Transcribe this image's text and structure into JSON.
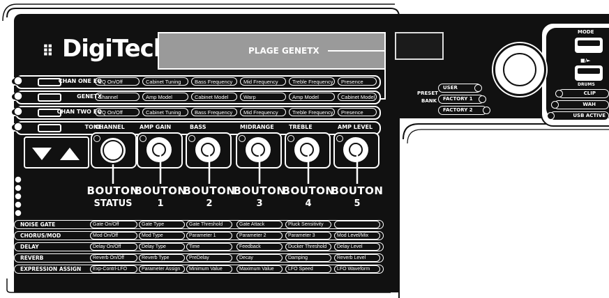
{
  "brand": {
    "logo_text": "DigiTech"
  },
  "display": {
    "label": "PLAGE GENETX"
  },
  "rows": [
    {
      "label": "CHAN ONE EQ",
      "cells": [
        "EQ On/Off",
        "Cabinet Tuning",
        "Bass Frequency",
        "Mid Frequency",
        "Treble Frequency",
        "Presence"
      ]
    },
    {
      "label": "GENETX",
      "cells": [
        "Channel",
        "Amp Model",
        "Cabinet Model",
        "Warp",
        "Amp Model",
        "Cabinet Model"
      ]
    },
    {
      "label": "CHAN TWO EQ",
      "cells": [
        "EQ On/Off",
        "Cabinet Tuning",
        "Bass Frequency",
        "Mid Frequency",
        "Treble Frequency",
        "Presence"
      ]
    },
    {
      "label": "TONE",
      "cells": []
    }
  ],
  "knob_headers": [
    "CHANNEL",
    "AMP GAIN",
    "BASS",
    "MIDRANGE",
    "TREBLE",
    "AMP LEVEL"
  ],
  "callouts": [
    {
      "word": "BOUTON",
      "sub": "STATUS"
    },
    {
      "word": "BOUTON",
      "sub": "1"
    },
    {
      "word": "BOUTON",
      "sub": "2"
    },
    {
      "word": "BOUTON",
      "sub": "3"
    },
    {
      "word": "BOUTON",
      "sub": "4"
    },
    {
      "word": "BOUTON",
      "sub": "5"
    }
  ],
  "lower_rows": [
    {
      "label": "NOISE GATE",
      "cells": [
        "Gate On/Off",
        "Gate Type",
        "Gate Threshold",
        "Gate Attack",
        "Pluck Sensitivity",
        ""
      ]
    },
    {
      "label": "CHORUS/MOD",
      "cells": [
        "Mod On/Off",
        "Mod Type",
        "Parameter 1",
        "Parameter 2",
        "Parameter 3",
        "Mod Level/Mix"
      ]
    },
    {
      "label": "DELAY",
      "cells": [
        "Delay On/Off",
        "Delay Type",
        "Time",
        "Feedback",
        "Ducker Threshold",
        "Delay Level"
      ]
    },
    {
      "label": "REVERB",
      "cells": [
        "Reverb On/Off",
        "Reverb Type",
        "PreDelay",
        "Decay",
        "Damping",
        "Reverb Level"
      ]
    },
    {
      "label": "EXPRESSION ASSIGN",
      "cells": [
        "Exp-Contrl-LFO",
        "Parameter Assign",
        "Minimum Value",
        "Maximum Value",
        "LFO Speed",
        "LFO Waveform"
      ]
    }
  ],
  "preset_bank": {
    "label_line1": "PRESET",
    "label_line2": "BANK",
    "items": [
      "USER",
      "FACTORY 1",
      "FACTORY 2"
    ]
  },
  "right_panel": {
    "mode_label": "MODE",
    "play_label": "■/►",
    "drums_label": "DRUMS",
    "items": [
      "CLIP",
      "WAH",
      "USB ACTIVE"
    ]
  },
  "icons": {
    "down": "triangle-down-icon",
    "up": "triangle-up-icon"
  }
}
